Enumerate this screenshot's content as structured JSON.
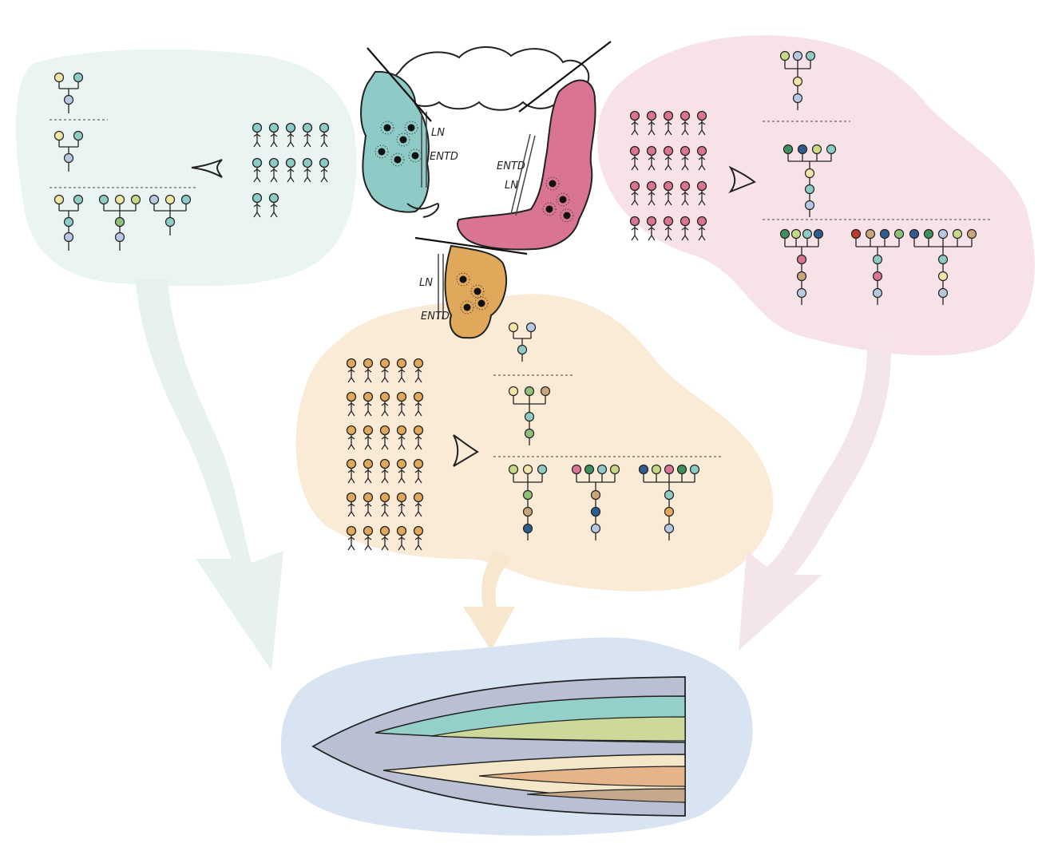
{
  "colon_labels": {
    "right_ln": "LN",
    "right_entd": "ENTD",
    "left_entd": "ENTD",
    "left_ln": "LN",
    "rectum_ln": "LN",
    "rectum_entd": "ENTD"
  },
  "regions": {
    "right_colon": {
      "color": "#8ecbc6",
      "bg": "#e9f4f3",
      "patient_rows": [
        5,
        5,
        2
      ]
    },
    "left_colon": {
      "color": "#d97592",
      "bg": "#f7e3e7",
      "patient_rows": [
        5,
        5,
        5,
        5
      ]
    },
    "rectum": {
      "color": "#e0a85a",
      "bg": "#faebd7",
      "patient_rows": [
        5,
        5,
        5,
        5,
        5,
        5
      ]
    }
  },
  "summary_plot": {
    "bg": "#d8e4f1",
    "layer_colors": [
      "#b9c0d4",
      "#94cfca",
      "#cdd99a",
      "#f3e7c7",
      "#e5b48b",
      "#c5a88a"
    ]
  },
  "palette": {
    "teal": "#8ecbc6",
    "pink": "#d97592",
    "orange": "#e0a85a",
    "blue": "#b8c8e2",
    "yellow": "#f1e6a8",
    "green": "#8fc07a",
    "darkgreen": "#3f8f5c",
    "navy": "#2f5d8f",
    "red": "#c0392b",
    "tan": "#c9a57a",
    "lime": "#c6d986"
  }
}
